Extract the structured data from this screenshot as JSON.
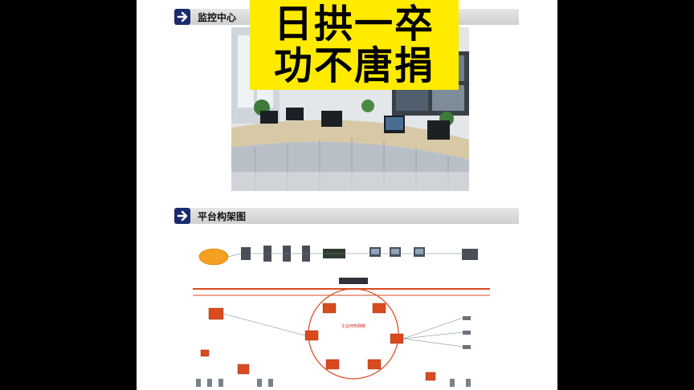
{
  "sections": {
    "monitor": {
      "title": "监控中心",
      "icon": "arrow-right-icon"
    },
    "platform": {
      "title": "平台构架图",
      "icon": "arrow-right-icon"
    }
  },
  "overlay": {
    "line1": "日拱一卒",
    "line2": "功不唐捐"
  },
  "diagram": {
    "ring_label": "工业环形网络"
  },
  "colors": {
    "accent_red": "#d94a1f",
    "overlay_yellow": "#ffeb00",
    "arrow_navy": "#1a2a6c"
  }
}
